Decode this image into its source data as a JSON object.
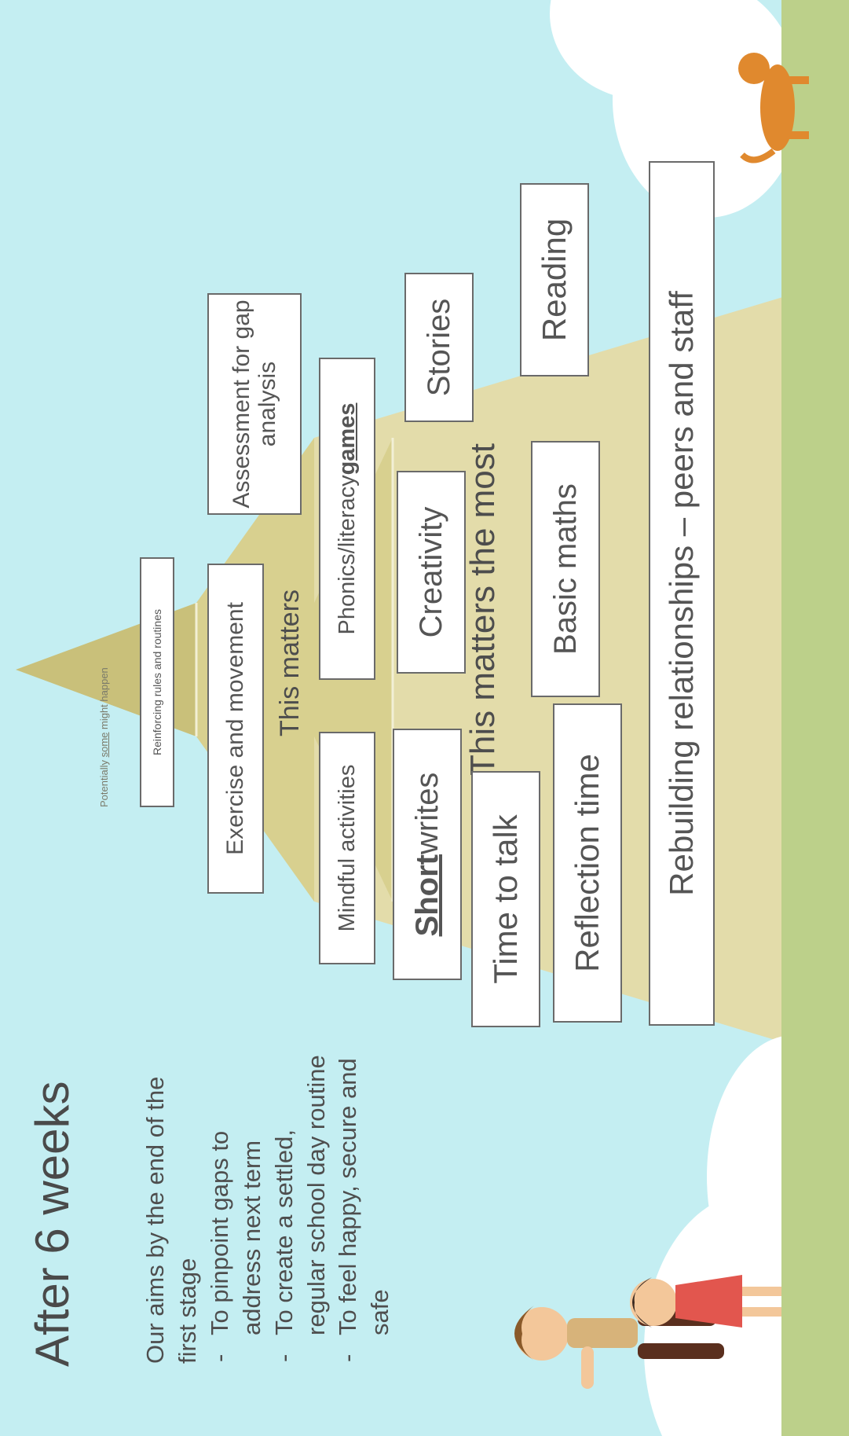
{
  "title": "After 6 weeks",
  "aims": {
    "intro": "Our aims by the end of the first stage",
    "items": [
      "To pinpoint gaps to address next term",
      "To create a settled, regular school day routine",
      "To feel happy, secure and safe"
    ]
  },
  "pyramid": {
    "apex_label_prefix": "Potentially ",
    "apex_label_underlined": "some",
    "apex_label_suffix": " might happen",
    "tier1": {
      "reinforcing": "Reinforcing rules and routines"
    },
    "tier2": {
      "label": "This matters",
      "exercise": "Exercise and movement",
      "assessment": "Assessment for gap analysis",
      "mindful": "Mindful activities",
      "phonics_prefix": "Phonics/literacy ",
      "phonics_bold": "games"
    },
    "tier3": {
      "label": "This matters the most",
      "short_bold": "Short",
      "short_suffix": " writes",
      "creativity": "Creativity",
      "stories": "Stories",
      "time_to_talk": "Time to talk",
      "basic_maths": "Basic maths",
      "reading": "Reading",
      "reflection": "Reflection time"
    },
    "base": "Rebuilding relationships – peers and staff"
  },
  "colors": {
    "sky": "#c4eef2",
    "pyramid_dark": "#c9c07a",
    "pyramid_mid": "#d8d08f",
    "pyramid_light": "#e3dcaa",
    "grass": "#bcd08a",
    "text": "#555555"
  }
}
